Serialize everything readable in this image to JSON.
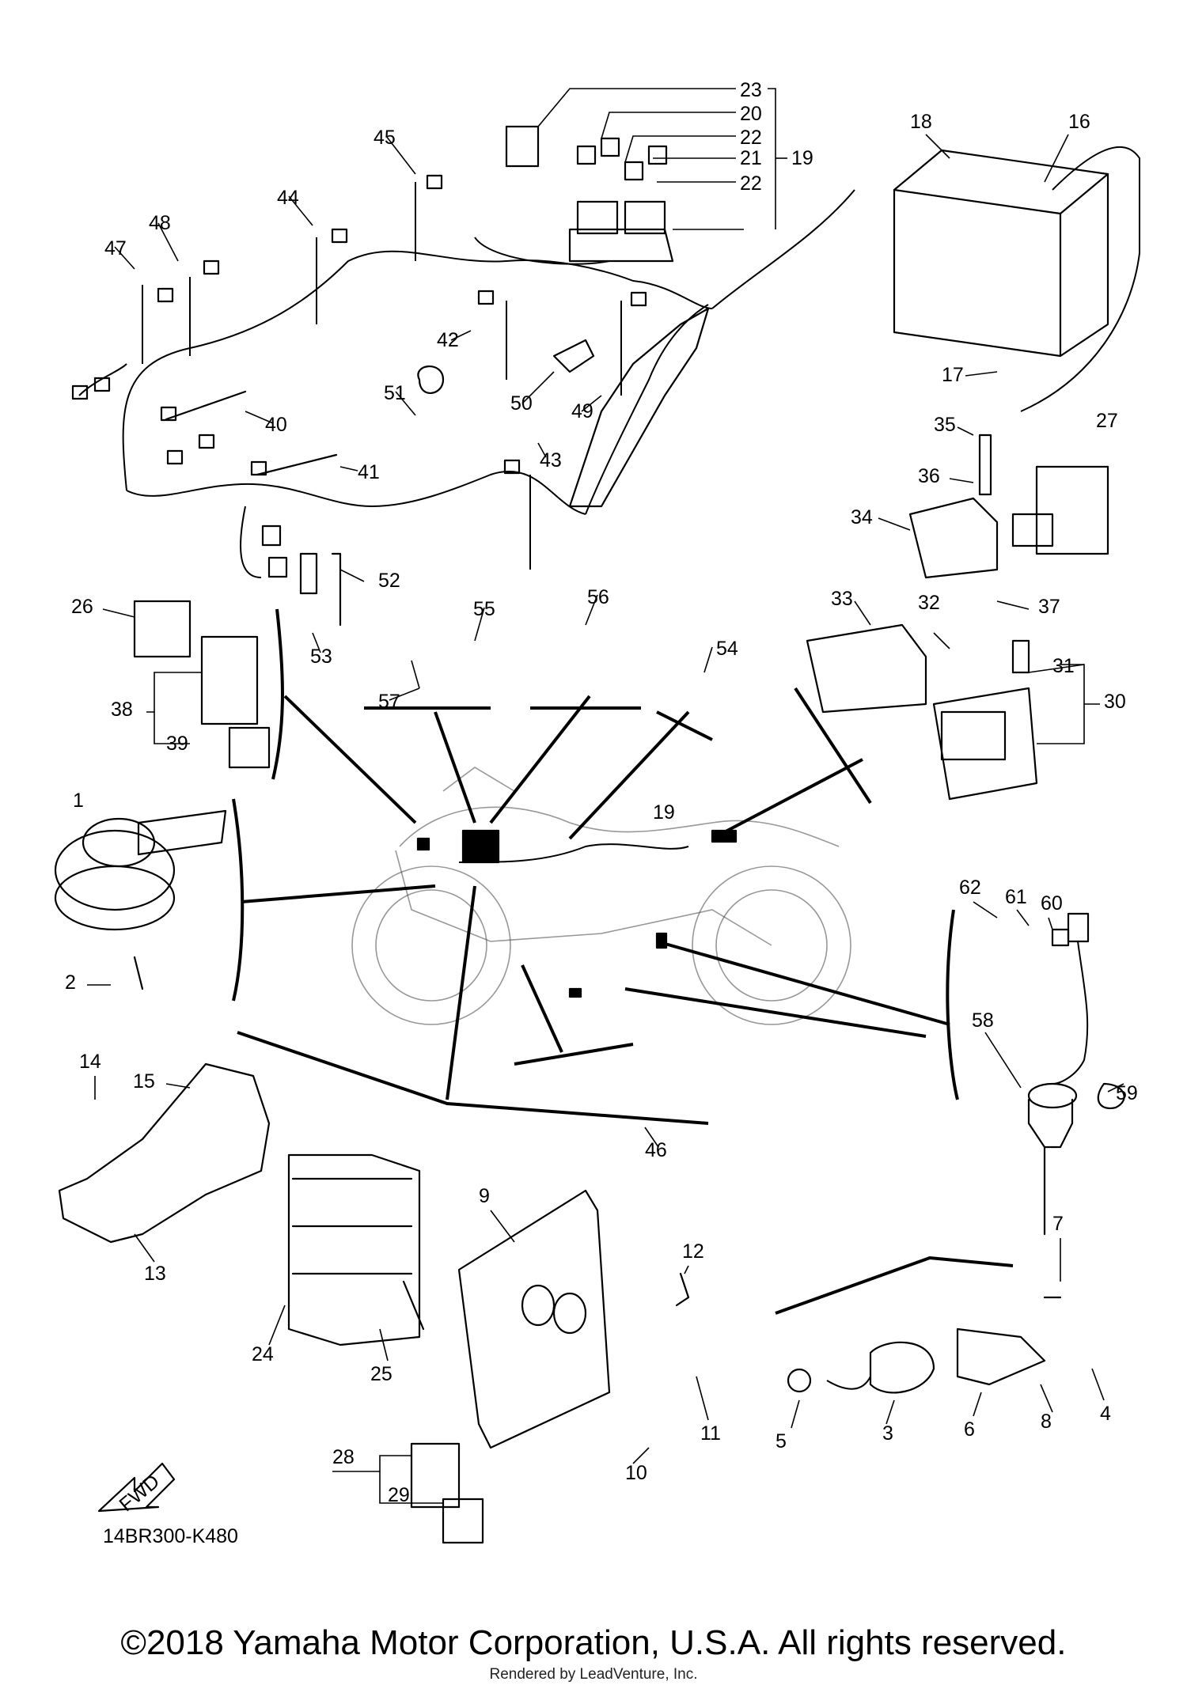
{
  "diagram_code": "14BR300-K480",
  "fwd_label": "FWD",
  "copyright": "©2018 Yamaha Motor Corporation, U.S.A. All rights reserved.",
  "render_credit": "Rendered by LeadVenture, Inc.",
  "callouts": [
    "1",
    "2",
    "3",
    "4",
    "5",
    "6",
    "7",
    "8",
    "9",
    "10",
    "11",
    "12",
    "13",
    "14",
    "15",
    "16",
    "17",
    "18",
    "19",
    "20",
    "21",
    "22",
    "23",
    "24",
    "25",
    "26",
    "27",
    "28",
    "29",
    "30",
    "31",
    "32",
    "33",
    "34",
    "35",
    "36",
    "37",
    "38",
    "39",
    "40",
    "41",
    "42",
    "43",
    "44",
    "45",
    "46",
    "47",
    "48",
    "49",
    "50",
    "51",
    "52",
    "53",
    "54",
    "55",
    "56",
    "57",
    "58",
    "59",
    "60",
    "61",
    "62"
  ],
  "callouts_repeat": [
    "22",
    "19"
  ]
}
